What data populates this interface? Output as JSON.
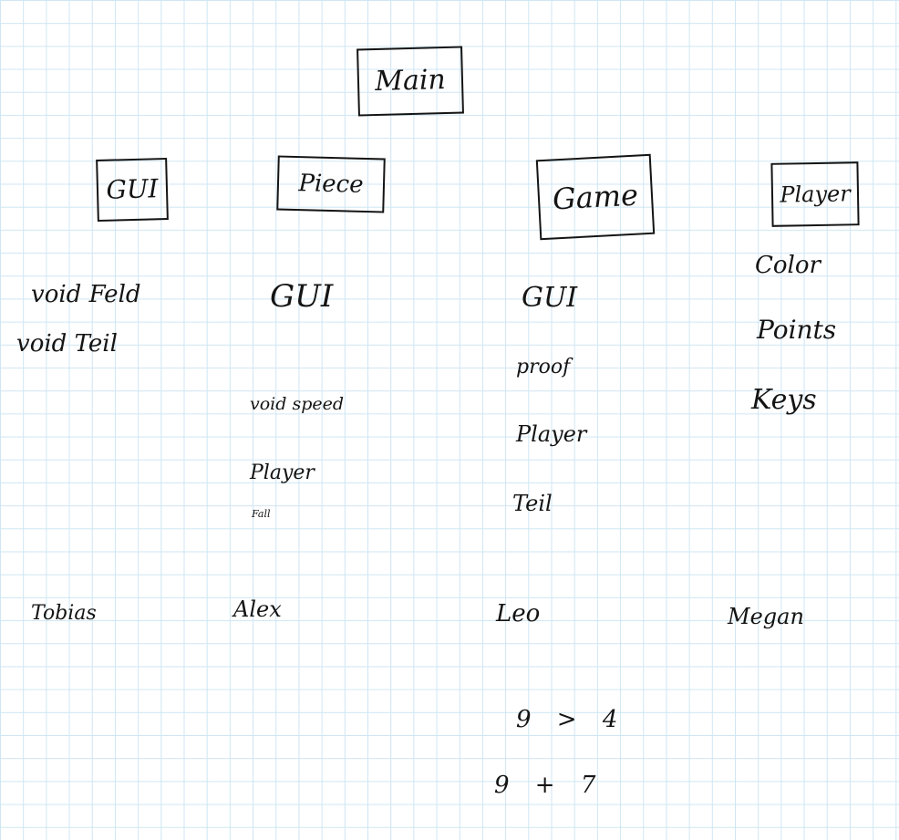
{
  "boxes": {
    "main": "Main",
    "gui": "GUI",
    "piece": "Piece",
    "game": "Game",
    "player": "Player"
  },
  "columns": {
    "gui": {
      "items": [
        "void Feld",
        "void Teil"
      ],
      "owner": "Tobias"
    },
    "piece": {
      "items": [
        "GUI",
        "void speed",
        "Player",
        "Fall"
      ],
      "owner": "Alex"
    },
    "game": {
      "items": [
        "GUI",
        "proof",
        "Player",
        "Teil"
      ],
      "owner": "Leo"
    },
    "player": {
      "items": [
        "Color",
        "Points",
        "Keys"
      ],
      "owner": "Megan"
    }
  },
  "notes": [
    "9 > 4",
    "9 + 7"
  ],
  "colors": {
    "ink": "#141414",
    "grid": "#cfe6f3",
    "paper": "#ffffff"
  }
}
